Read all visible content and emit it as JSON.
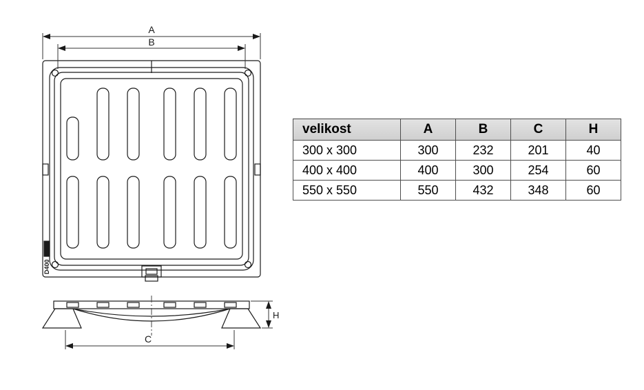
{
  "diagram": {
    "label_a": "A",
    "label_b": "B",
    "label_c": "C",
    "label_h": "H",
    "marking": "D400"
  },
  "table": {
    "headers": [
      "velikost",
      "A",
      "B",
      "C",
      "H"
    ],
    "rows": [
      [
        "300 x 300",
        "300",
        "232",
        "201",
        "40"
      ],
      [
        "400 x 400",
        "400",
        "300",
        "254",
        "60"
      ],
      [
        "550 x 550",
        "550",
        "432",
        "348",
        "60"
      ]
    ]
  }
}
